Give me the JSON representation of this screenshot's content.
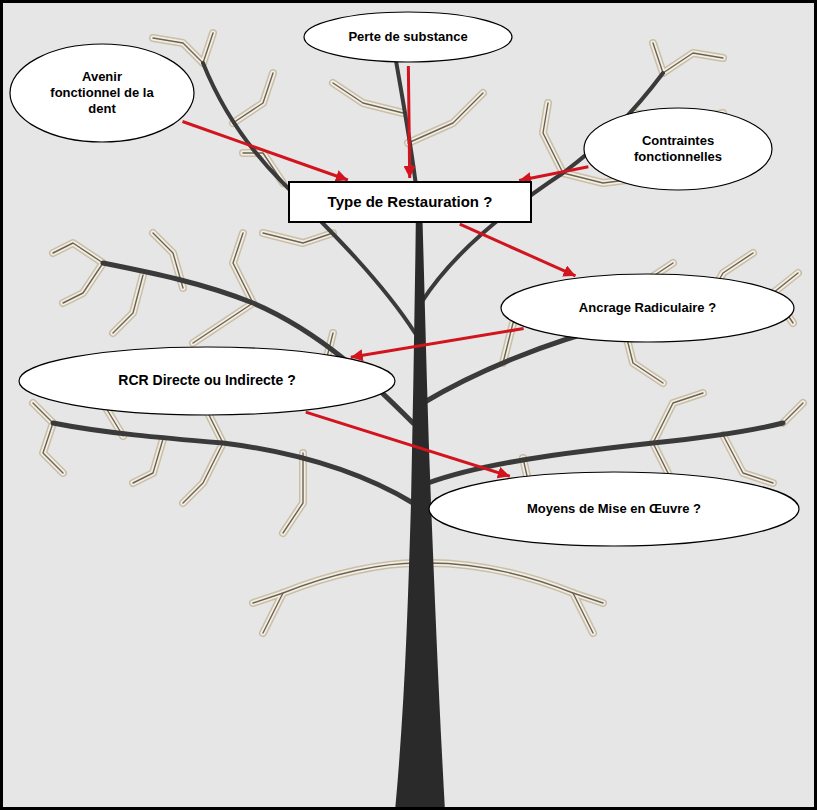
{
  "diagram": {
    "nodes": [
      {
        "text": [
          "Perte de substance"
        ]
      },
      {
        "text": [
          "Avenir fonctionnel de la dent"
        ]
      },
      {
        "text": [
          "Contraintes fonctionnelles"
        ]
      },
      {
        "text": [
          "Type de Restauration ?"
        ]
      },
      {
        "text": [
          "Ancrage Radiculaire ?"
        ]
      },
      {
        "text": [
          "RCR Directe ou Indirecte ?"
        ]
      },
      {
        "text": [
          "Moyens de Mise en Œuvre ?"
        ]
      }
    ],
    "edges": [
      {
        "from": 0,
        "to": 3,
        "arrow": "to"
      },
      {
        "from": 1,
        "to": 3,
        "arrow": "to"
      },
      {
        "from": 2,
        "to": 3,
        "arrow": "to"
      },
      {
        "from": 3,
        "to": 4,
        "arrow": "to"
      },
      {
        "from": 4,
        "to": 5,
        "arrow": "to"
      },
      {
        "from": 5,
        "to": 6,
        "arrow": "to"
      }
    ]
  }
}
